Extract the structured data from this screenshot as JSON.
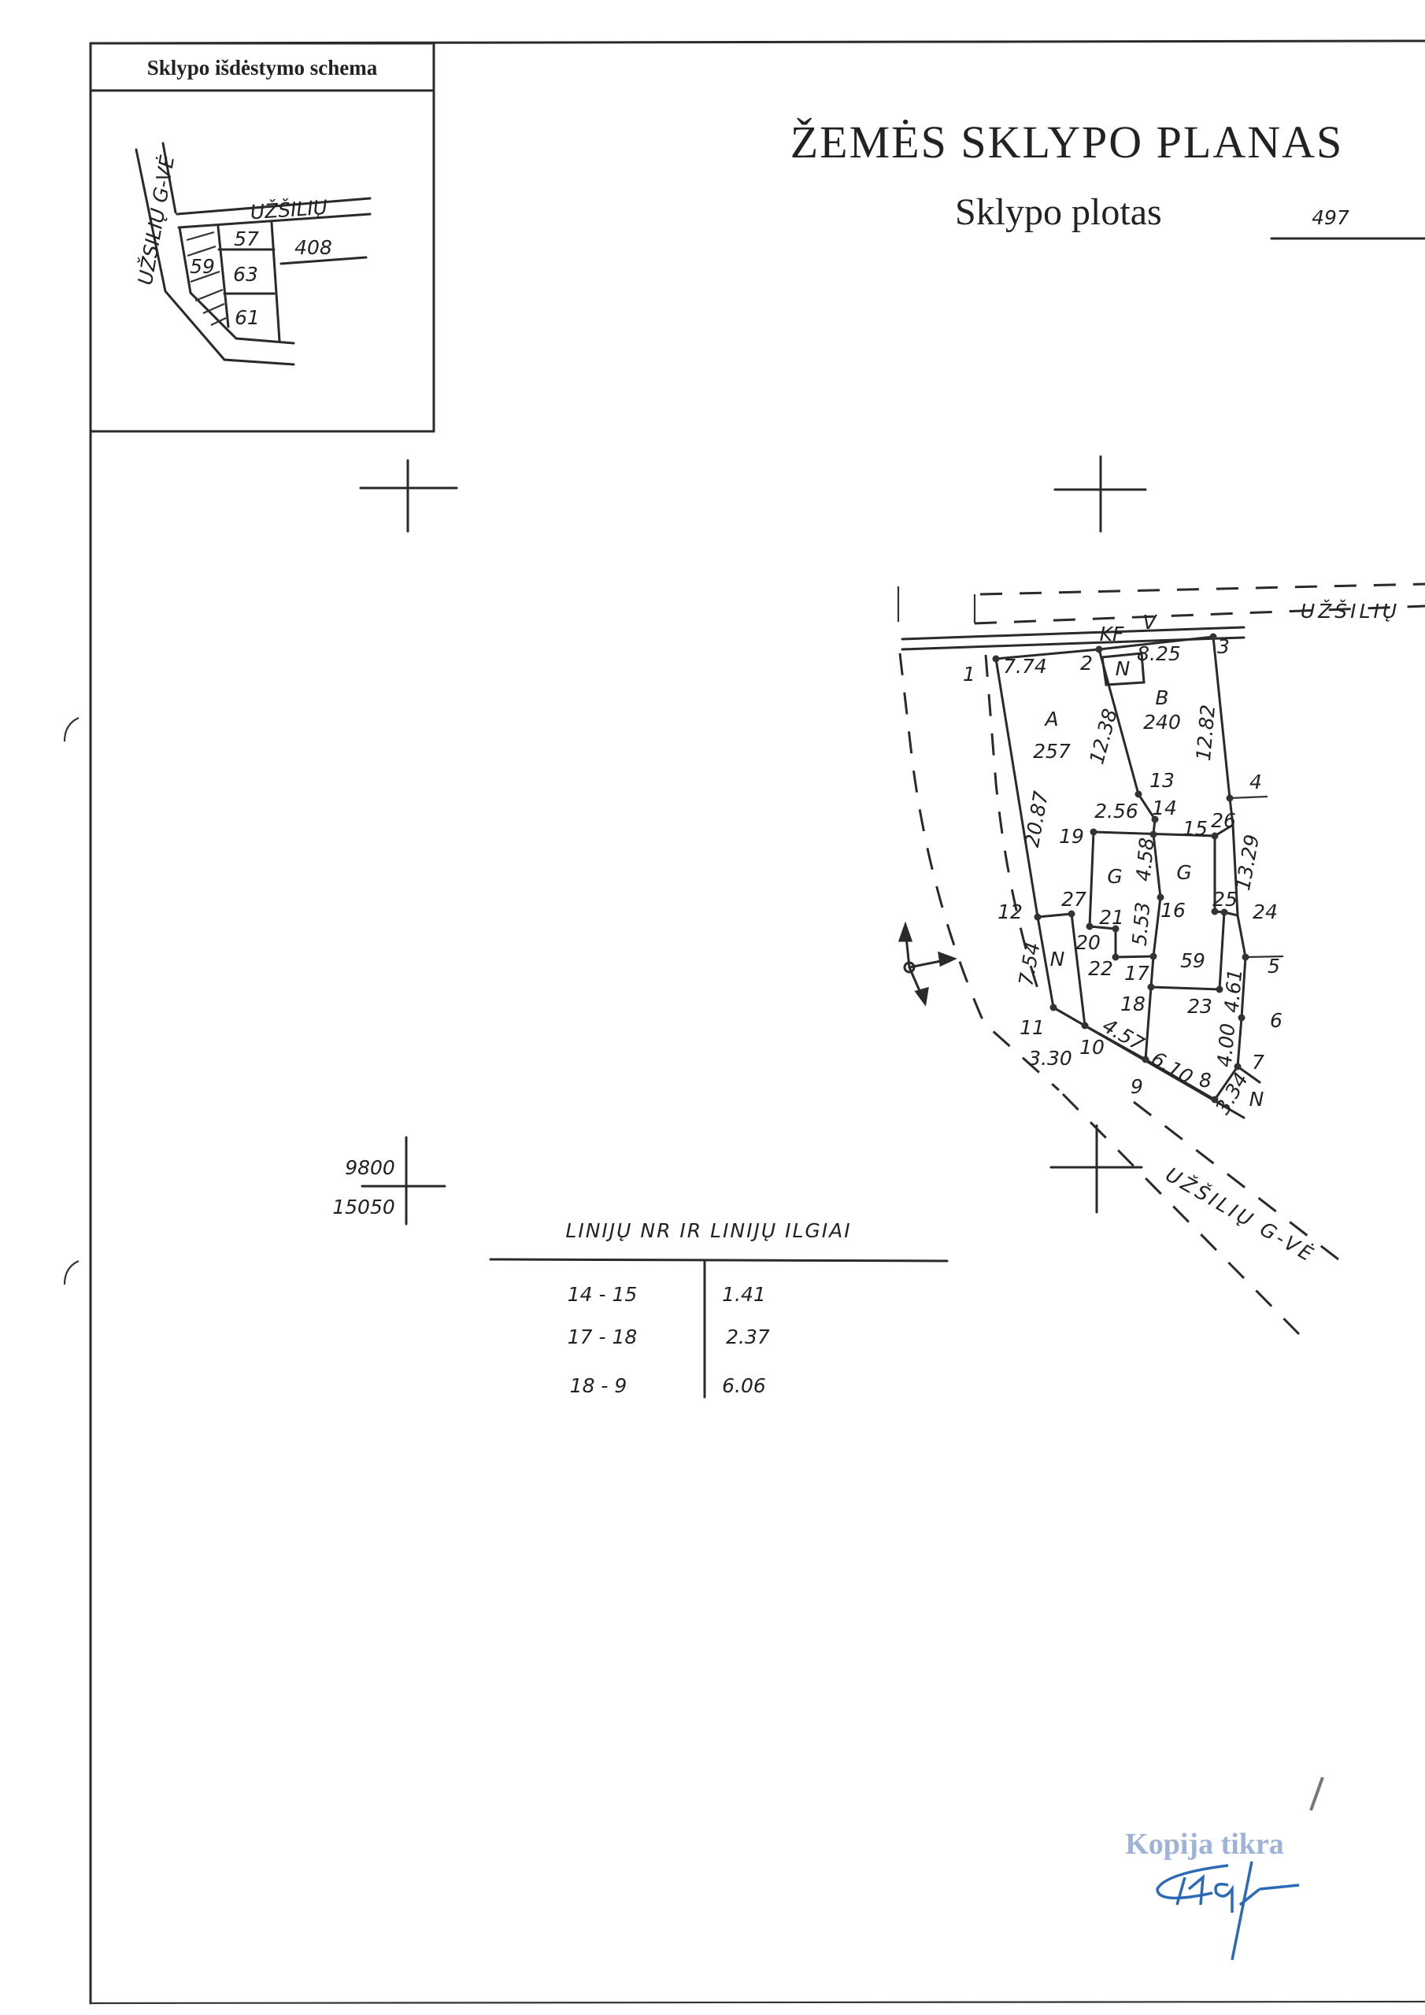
{
  "header": {
    "title": "ŽEMĖS SKLYPO PLANAS",
    "area_label": "Sklypo plotas",
    "area_value": "497"
  },
  "schema": {
    "title": "Sklypo išdėstymo schema",
    "street_vertical": "UŽSILIŲ G-VĖ",
    "street_top": "UŽŠILIŲ",
    "lots": {
      "l57": "57",
      "l59": "59",
      "l63": "63",
      "l61": "61",
      "l408": "408"
    }
  },
  "plan": {
    "street_top": "UŽŠILIŲ",
    "street_bottom": "UŽŠILIŲ G-VĖ",
    "points": {
      "p1": "1",
      "p2": "2",
      "p3": "3",
      "p4": "4",
      "p5": "5",
      "p6": "6",
      "p7": "7",
      "p8": "8",
      "p9": "9",
      "p10": "10",
      "p11": "11",
      "p12": "12",
      "p13": "13",
      "p14": "14",
      "p15": "15",
      "p16": "16",
      "p17": "17",
      "p18": "18",
      "p19": "19",
      "p20": "20",
      "p21": "21",
      "p22": "22",
      "p23": "23",
      "p24": "24",
      "p25": "25",
      "p26": "26",
      "p27": "27"
    },
    "dims": {
      "d1_2": "7.74",
      "d2_3": "8.25",
      "d2_13": "12.38",
      "d3_4": "12.82",
      "d1_12": "20.87",
      "d13_14": "2.56",
      "d15_16": "4.58",
      "d16_17": "5.53",
      "d4_24": "13.29",
      "d12_11": "7.54",
      "d5_6": "4.61",
      "d6_7": "4.00",
      "d7_8": "3.34",
      "d11_10": "3.30",
      "d10_9": "4.57",
      "d9_8": "6.10"
    },
    "areas": {
      "a_letter": "A",
      "a_value": "257",
      "b_letter": "B",
      "b_value": "240",
      "g1": "G",
      "g2": "G",
      "lot": "59",
      "n1": "N",
      "n2": "N",
      "n3": "N",
      "kf": "KF",
      "v": "V"
    }
  },
  "coords": {
    "x": "9800",
    "y": "15050"
  },
  "lines_table": {
    "title": "LINIJŲ NR IR LINIJŲ ILGIAI",
    "rows": [
      {
        "line": "14 - 15",
        "length": "1.41"
      },
      {
        "line": "17 - 18",
        "length": "2.37"
      },
      {
        "line": "18 - 9",
        "length": "6.06"
      }
    ]
  },
  "stamp": {
    "text": "Kopija tikra"
  }
}
